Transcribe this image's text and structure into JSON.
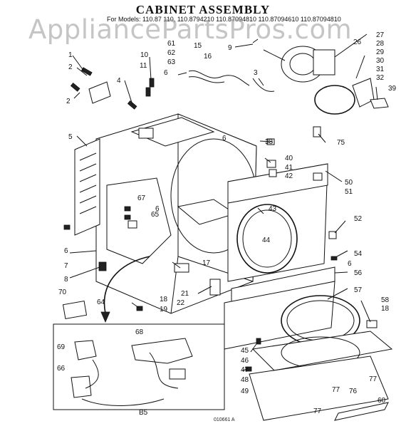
{
  "diagram": {
    "title": "CABINET ASSEMBLY",
    "subtitle": "For Models: 110.87 110, 110.8794210 110.87094810 110.87094610 110.87094810",
    "watermark": "AppliancePartsPros.com",
    "drawing_code": "010661 A",
    "inset_label": "B5",
    "callouts": [
      "1",
      "2",
      "2",
      "3",
      "4",
      "5",
      "6",
      "6",
      "6",
      "6",
      "6",
      "7",
      "8",
      "9",
      "10",
      "11",
      "15",
      "16",
      "17",
      "18",
      "18",
      "19",
      "21",
      "22",
      "26",
      "27",
      "28",
      "29",
      "30",
      "31",
      "32",
      "38",
      "39",
      "40",
      "41",
      "42",
      "43",
      "44",
      "45",
      "46",
      "47",
      "48",
      "49",
      "50",
      "51",
      "52",
      "54",
      "56",
      "57",
      "58",
      "60",
      "61",
      "62",
      "63",
      "64",
      "65",
      "66",
      "67",
      "68",
      "69",
      "70",
      "75",
      "76",
      "77",
      "77",
      "77"
    ]
  }
}
